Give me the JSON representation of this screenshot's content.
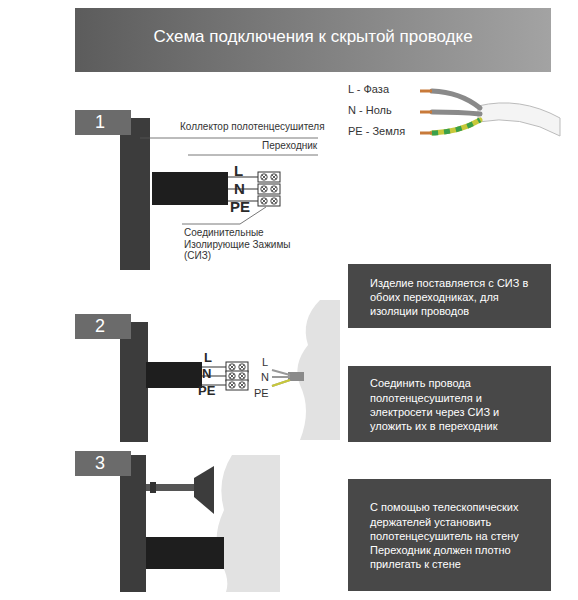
{
  "diagram": {
    "title": "Схема подключения к скрытой проводке",
    "nodes": [
      {
        "text": [
          "1"
        ]
      },
      {
        "text": [
          "Изделие поставляется с СИЗ в обоих переходниках, для изоляции проводов"
        ]
      },
      {
        "text": [
          "2"
        ]
      },
      {
        "text": [
          "Соединить провода полотенцесушителя и электросети через СИЗ и уложить их в переходник"
        ]
      },
      {
        "text": [
          "3"
        ]
      },
      {
        "text": [
          "С помощью телескопических держателей установить полотенцесушитель на стену Переходник должен плотно прилегать к стене"
        ]
      }
    ],
    "labels": [
      "Коллектор полотенцесушителя",
      "Переходник",
      "L",
      "N",
      "PE",
      "Соединительные Изолирующие Зажимы (СИЗ)",
      "L",
      "N",
      "PE",
      "L",
      "N",
      "PE"
    ],
    "legend": [
      {
        "text": "L - Фаза"
      },
      {
        "text": "N - Ноль"
      },
      {
        "text": "PE - Земля"
      }
    ]
  }
}
